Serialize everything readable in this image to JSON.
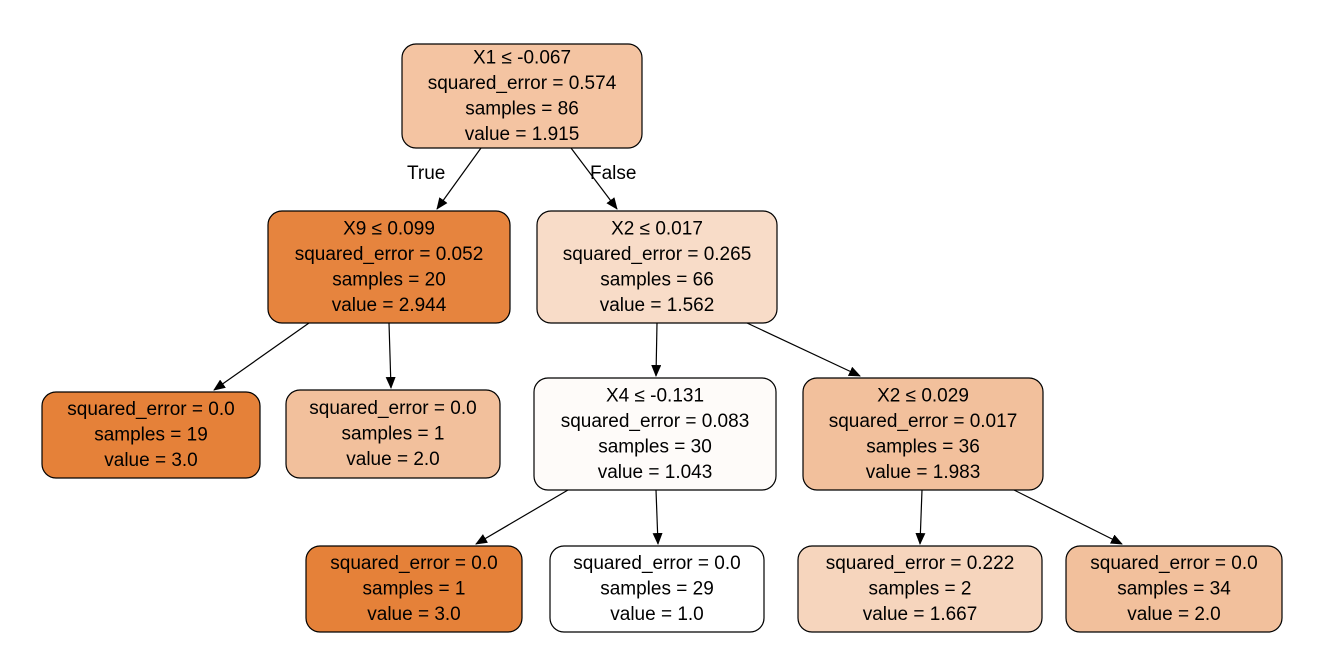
{
  "tree": {
    "edge_labels": {
      "true_label": "True",
      "false_label": "False"
    },
    "nodes": [
      {
        "id": "n0",
        "lines": [
          "X1 ≤ -0.067",
          "squared_error = 0.574",
          "samples = 86",
          "value = 1.915"
        ],
        "fill": "#f4c4a2"
      },
      {
        "id": "n1",
        "lines": [
          "X9 ≤ 0.099",
          "squared_error = 0.052",
          "samples = 20",
          "value = 2.944"
        ],
        "fill": "#e6843e"
      },
      {
        "id": "n2",
        "lines": [
          "X2 ≤ 0.017",
          "squared_error = 0.265",
          "samples = 66",
          "value = 1.562"
        ],
        "fill": "#f8dcc8"
      },
      {
        "id": "n3",
        "lines": [
          "squared_error = 0.0",
          "samples = 19",
          "value = 3.0"
        ],
        "fill": "#e58139"
      },
      {
        "id": "n4",
        "lines": [
          "squared_error = 0.0",
          "samples = 1",
          "value = 2.0"
        ],
        "fill": "#f2c09c"
      },
      {
        "id": "n5",
        "lines": [
          "X4 ≤ -0.131",
          "squared_error = 0.083",
          "samples = 30",
          "value = 1.043"
        ],
        "fill": "#fefbf9"
      },
      {
        "id": "n6",
        "lines": [
          "X2 ≤ 0.029",
          "squared_error = 0.017",
          "samples = 36",
          "value = 1.983"
        ],
        "fill": "#f2c09c"
      },
      {
        "id": "n7",
        "lines": [
          "squared_error = 0.0",
          "samples = 1",
          "value = 3.0"
        ],
        "fill": "#e58139"
      },
      {
        "id": "n8",
        "lines": [
          "squared_error = 0.0",
          "samples = 29",
          "value = 1.0"
        ],
        "fill": "#ffffff"
      },
      {
        "id": "n9",
        "lines": [
          "squared_error = 0.222",
          "samples = 2",
          "value = 1.667"
        ],
        "fill": "#f6d5bd"
      },
      {
        "id": "n10",
        "lines": [
          "squared_error = 0.0",
          "samples = 34",
          "value = 2.0"
        ],
        "fill": "#f2c09c"
      }
    ],
    "edges": [
      {
        "from": "n0",
        "to": "n1",
        "label": "true_label"
      },
      {
        "from": "n0",
        "to": "n2",
        "label": "false_label"
      },
      {
        "from": "n1",
        "to": "n3"
      },
      {
        "from": "n1",
        "to": "n4"
      },
      {
        "from": "n2",
        "to": "n5"
      },
      {
        "from": "n2",
        "to": "n6"
      },
      {
        "from": "n5",
        "to": "n7"
      },
      {
        "from": "n5",
        "to": "n8"
      },
      {
        "from": "n6",
        "to": "n9"
      },
      {
        "from": "n6",
        "to": "n10"
      }
    ]
  }
}
